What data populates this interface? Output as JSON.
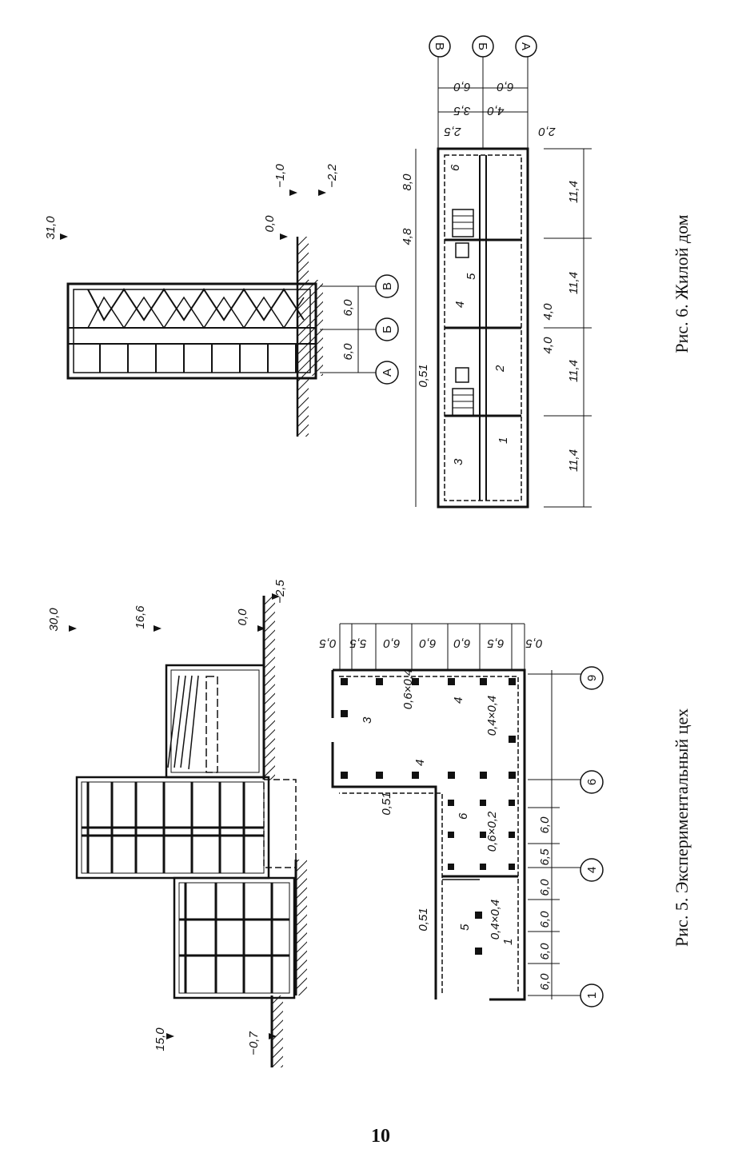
{
  "page_number": "10",
  "fig5": {
    "caption": "Рис. 5. Экспериментальный цех",
    "section_levels": [
      "30,0",
      "16,6",
      "0,0",
      "−2,5",
      "15,0",
      "−0,7"
    ],
    "plan_axes": [
      "1",
      "4",
      "6",
      "9"
    ],
    "plan_top_dims": [
      "6,0",
      "6,0",
      "6,0",
      "6,0",
      "6,5",
      "6,0"
    ],
    "plan_right_dims": [
      "0,5",
      "5,5",
      "6,0",
      "6,0",
      "6,0",
      "6,5",
      "0,5"
    ],
    "wall_labels": [
      "0,51",
      "0,51"
    ],
    "column_labels": [
      "0,4×0,4",
      "0,6×0,2",
      "0,6×0,4",
      "0,4×0,4"
    ],
    "room_labels": [
      "5",
      "1",
      "6",
      "4",
      "3",
      "4"
    ]
  },
  "fig6": {
    "caption": "Рис. 6. Жилой дом",
    "section_levels": [
      "31,0",
      "0,0",
      "−1,0",
      "−2,2"
    ],
    "section_axes": [
      "А",
      "Б",
      "В"
    ],
    "section_dims": [
      "6,0",
      "6,0"
    ],
    "plan_axes": [
      "В",
      "Б",
      "А"
    ],
    "plan_axis_dims": [
      "6,0",
      "6,0"
    ],
    "plan_small_dims": [
      "2,5",
      "3,5",
      "4,0",
      "2,0"
    ],
    "plan_bottom_dims": [
      "11,4",
      "11,4",
      "11,4",
      "11,4"
    ],
    "plan_mid_dims": [
      "4,0",
      "4,0"
    ],
    "plan_top_dims": [
      "4,8",
      "8,0"
    ],
    "wall_label": "0,51",
    "room_labels": [
      "1",
      "2",
      "3",
      "4",
      "5",
      "6"
    ]
  }
}
